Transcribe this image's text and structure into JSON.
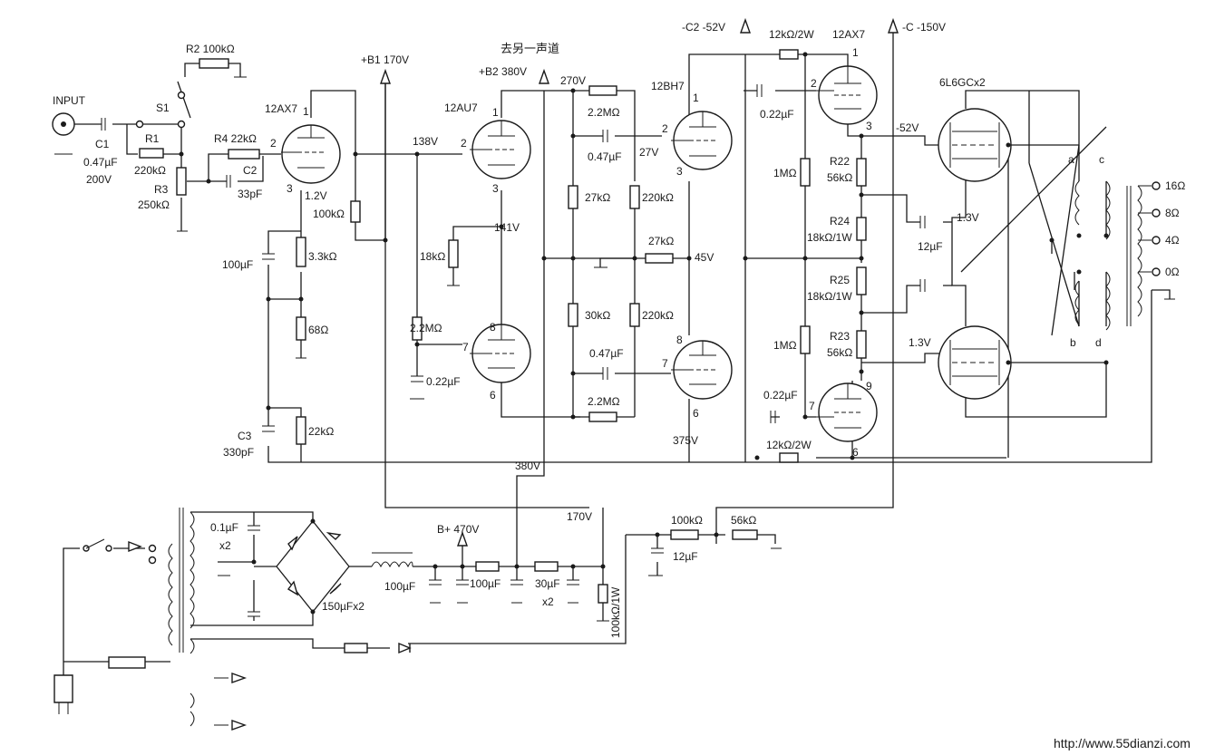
{
  "diagram": {
    "input_label": "INPUT",
    "components": {
      "r2": "R2  100kΩ",
      "s1": "S1",
      "r4": "R4  22kΩ",
      "c1": "C1",
      "c1_val": "0.47µF",
      "c1_volt": "200V",
      "r1": "R1",
      "r1_val": "220kΩ",
      "r3": "R3",
      "r3_val": "250kΩ",
      "c2": "C2",
      "c2_val": "33pF",
      "v1_tube": "12AX7",
      "v1_cath_v": "1.2V",
      "r_100k_plate": "100kΩ",
      "c_100uf": "100µF",
      "r_3k3": "3.3kΩ",
      "r_68": "68Ω",
      "c3": "C3",
      "c3_val": "330pF",
      "r_22k_fb": "22kΩ",
      "b1": "+B1  170V",
      "v_138": "138V",
      "v2_tube": "12AU7",
      "v_141": "141V",
      "r_18k": "18kΩ",
      "r_2m2_grid": "2.2MΩ",
      "c_0u22_grid": "0.22µF",
      "b2": "+B2  380V",
      "other_channel": "去另一声道",
      "v_270": "270V",
      "r_2m2_top": "2.2MΩ",
      "c_0u47_top": "0.47µF",
      "v_27": "27V",
      "r_27k_a": "27kΩ",
      "r_220k_a": "220kΩ",
      "r_27k_b": "27kΩ",
      "r_30k": "30kΩ",
      "r_220k_b": "220kΩ",
      "c_0u47_bot": "0.47µF",
      "r_2m2_bot": "2.2MΩ",
      "v3_tube": "12BH7",
      "v_45": "45V",
      "v_375": "375V",
      "c2_bias": "-C2  -52V",
      "c_bias": "-C  -150V",
      "r_12k_2w_top": "12kΩ/2W",
      "v4_tube": "12AX7",
      "c_0u22_top": "0.22µF",
      "r_1m_a": "1MΩ",
      "r22": "R22",
      "r22_val": "56kΩ",
      "r24": "R24",
      "r24_val": "18kΩ/1W",
      "r25": "R25",
      "r25_val": "18kΩ/1W",
      "r_1m_b": "1MΩ",
      "r23": "R23",
      "r23_val": "56kΩ",
      "c_0u22_bot": "0.22µF",
      "r_12k_2w_bot": "12kΩ/2W",
      "v_neg52": "-52V",
      "v_1v3_a": "1.3V",
      "v_1v3_b": "1.3V",
      "c_12uf_out": "12µF",
      "output_tubes": "6L6GCx2",
      "tap_a": "a",
      "tap_b": "b",
      "tap_c": "c",
      "tap_d": "d",
      "out_16": "16Ω",
      "out_8": "8Ω",
      "out_4": "4Ω",
      "out_0": "0Ω",
      "c_0u1": "0.1µF",
      "x2_a": "x2",
      "c_150": "150µFx2",
      "bplus": "B+  470V",
      "v_170_ps": "170V",
      "c_100u_a": "100µF",
      "c_100u_b": "100µF",
      "c_30u": "30µF",
      "x2_b": "x2",
      "v_380_ps": "380V",
      "r_100k_1w": "100kΩ/1W",
      "r_100k_ps": "100kΩ",
      "r_56k_ps": "56kΩ",
      "c_12u_ps": "12µF"
    },
    "pins": {
      "v1_p1": "1",
      "v1_p2": "2",
      "v1_p3": "3",
      "v2_p2": "2",
      "v2_p1": "1",
      "v2_p3": "3",
      "v2_p8": "8",
      "v2_p7": "7",
      "v2_p6": "6",
      "v3_p1": "1",
      "v3_p2": "2",
      "v3_p3": "3",
      "v3_p8": "8",
      "v3_p7": "7",
      "v3_p6": "6",
      "v4_p1": "1",
      "v4_p2": "2",
      "v4_p3": "3",
      "v4_p9": "9",
      "v4_p7": "7",
      "v4_p6": "6"
    },
    "watermark": "http://www.55dianzi.com"
  }
}
